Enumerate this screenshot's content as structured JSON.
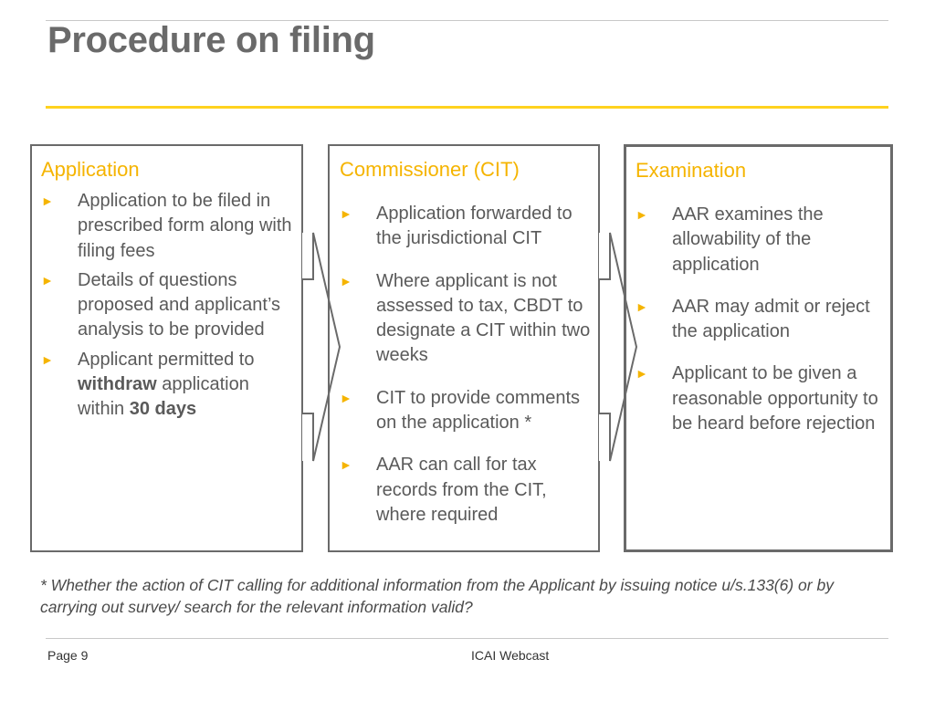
{
  "slide": {
    "title": "Procedure on filing"
  },
  "columns": [
    {
      "heading": "Application",
      "bullets": [
        {
          "parts": [
            {
              "text": "Application to be filed in prescribed form along with filing fees",
              "bold": false
            }
          ]
        },
        {
          "parts": [
            {
              "text": "Details of questions proposed and applicant’s analysis to be provided",
              "bold": false
            }
          ]
        },
        {
          "parts": [
            {
              "text": "Applicant permitted to ",
              "bold": false
            },
            {
              "text": "withdraw",
              "bold": true
            },
            {
              "text": " application within ",
              "bold": false
            },
            {
              "text": "30 days",
              "bold": true
            }
          ]
        }
      ]
    },
    {
      "heading": "Commissioner (CIT)",
      "bullets": [
        {
          "parts": [
            {
              "text": "Application forwarded to the jurisdictional CIT",
              "bold": false
            }
          ]
        },
        {
          "parts": [
            {
              "text": "Where applicant is not assessed to tax, CBDT to designate a CIT within two weeks",
              "bold": false
            }
          ]
        },
        {
          "parts": [
            {
              "text": "CIT to provide comments on the application *",
              "bold": false
            }
          ]
        },
        {
          "parts": [
            {
              "text": "AAR can call for tax records from the CIT, where required",
              "bold": false
            }
          ]
        }
      ]
    },
    {
      "heading": "Examination",
      "bullets": [
        {
          "parts": [
            {
              "text": "AAR examines the allowability of the application",
              "bold": false
            }
          ]
        },
        {
          "parts": [
            {
              "text": "AAR may admit or reject the application",
              "bold": false
            }
          ]
        },
        {
          "parts": [
            {
              "text": "Applicant to be given a reasonable opportunity to be heard before rejection",
              "bold": false
            }
          ]
        }
      ]
    }
  ],
  "bullet_glyph": "►",
  "footnote": "* Whether the action of CIT calling for additional information from the Applicant by issuing notice u/s.133(6) or by carrying out survey/ search for the relevant information valid?",
  "footer": {
    "page": "Page 9",
    "center": "ICAI Webcast"
  },
  "colors": {
    "accent_yellow": "#ffd21f",
    "heading_yellow": "#f5b400",
    "border_gray": "#6a6a6a",
    "title_gray": "#6a6a6a"
  }
}
